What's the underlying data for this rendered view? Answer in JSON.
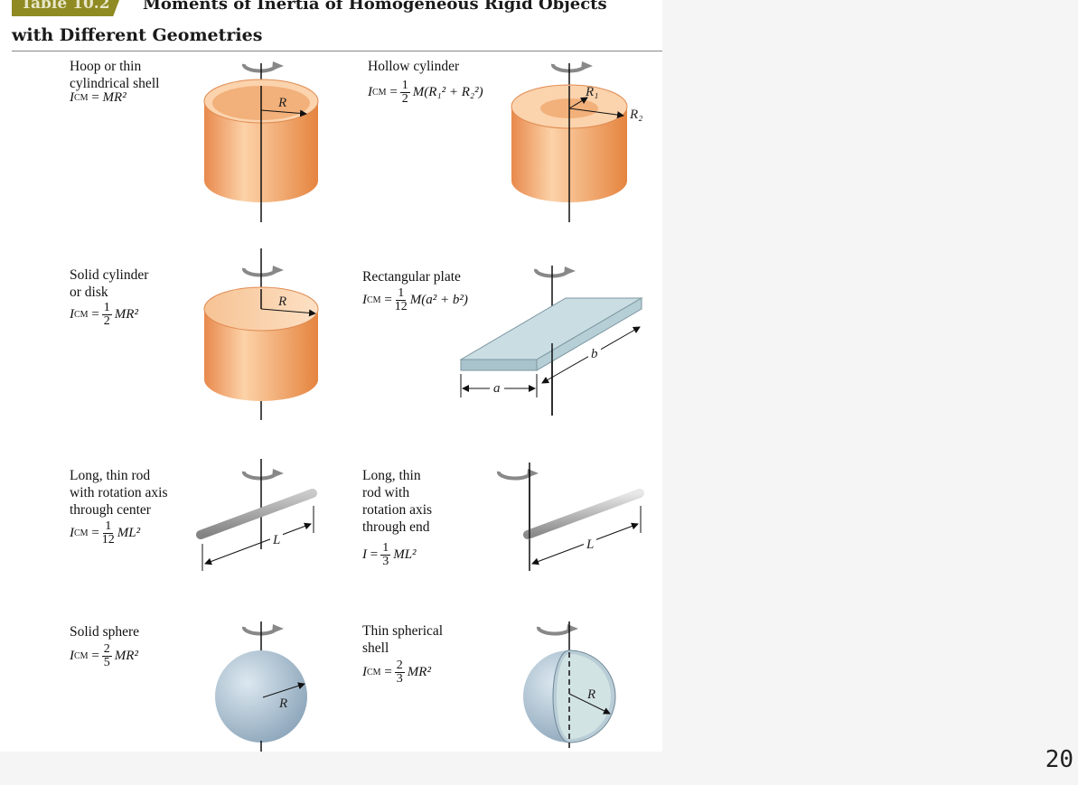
{
  "header": {
    "table_tag": "Table 10.2",
    "title_line1": "Moments of Inertia of Homogeneous Rigid Objects",
    "title_line2": "with Different Geometries"
  },
  "page_number": "20",
  "items": [
    {
      "label_lines": [
        "Hoop or thin",
        "cylindrical shell"
      ],
      "formula": {
        "lhs": "I",
        "lhs_sub": "CM",
        "eq": "=",
        "coef": "",
        "rhs": "MR²"
      },
      "dim_labels": [
        "R"
      ]
    },
    {
      "label_lines": [
        "Hollow cylinder"
      ],
      "formula": {
        "lhs": "I",
        "lhs_sub": "CM",
        "eq": "=",
        "coef_num": "1",
        "coef_den": "2",
        "rhs": "M(R₁² + R₂²)"
      },
      "dim_labels": [
        "R₁",
        "R₂"
      ]
    },
    {
      "label_lines": [
        "Solid cylinder",
        "or disk"
      ],
      "formula": {
        "lhs": "I",
        "lhs_sub": "CM",
        "eq": "=",
        "coef_num": "1",
        "coef_den": "2",
        "rhs": "MR²"
      },
      "dim_labels": [
        "R"
      ]
    },
    {
      "label_lines": [
        "Rectangular plate"
      ],
      "formula": {
        "lhs": "I",
        "lhs_sub": "CM",
        "eq": "=",
        "coef_num": "1",
        "coef_den": "12",
        "rhs": "M(a² + b²)"
      },
      "dim_labels": [
        "a",
        "b"
      ]
    },
    {
      "label_lines": [
        "Long, thin rod",
        "with rotation axis",
        "through center"
      ],
      "formula": {
        "lhs": "I",
        "lhs_sub": "CM",
        "eq": "=",
        "coef_num": "1",
        "coef_den": "12",
        "rhs": "ML²"
      },
      "dim_labels": [
        "L"
      ]
    },
    {
      "label_lines": [
        "Long, thin",
        "rod with",
        "rotation axis",
        "through end"
      ],
      "formula": {
        "lhs": "I",
        "lhs_sub": "",
        "eq": "=",
        "coef_num": "1",
        "coef_den": "3",
        "rhs": "ML²"
      },
      "dim_labels": [
        "L"
      ]
    },
    {
      "label_lines": [
        "Solid sphere"
      ],
      "formula": {
        "lhs": "I",
        "lhs_sub": "CM",
        "eq": "=",
        "coef_num": "2",
        "coef_den": "5",
        "rhs": "MR²"
      },
      "dim_labels": [
        "R"
      ]
    },
    {
      "label_lines": [
        "Thin spherical",
        "shell"
      ],
      "formula": {
        "lhs": "I",
        "lhs_sub": "CM",
        "eq": "=",
        "coef_num": "2",
        "coef_den": "3",
        "rhs": "MR²"
      },
      "dim_labels": [
        "R"
      ]
    }
  ],
  "colors": {
    "copper_light": "#f9c99d",
    "copper_dark": "#e8894c",
    "plate": "#c9dde3",
    "sphere": "#a9bfd0",
    "rod": "#b8b8b8",
    "tag": "#8f8a22"
  }
}
